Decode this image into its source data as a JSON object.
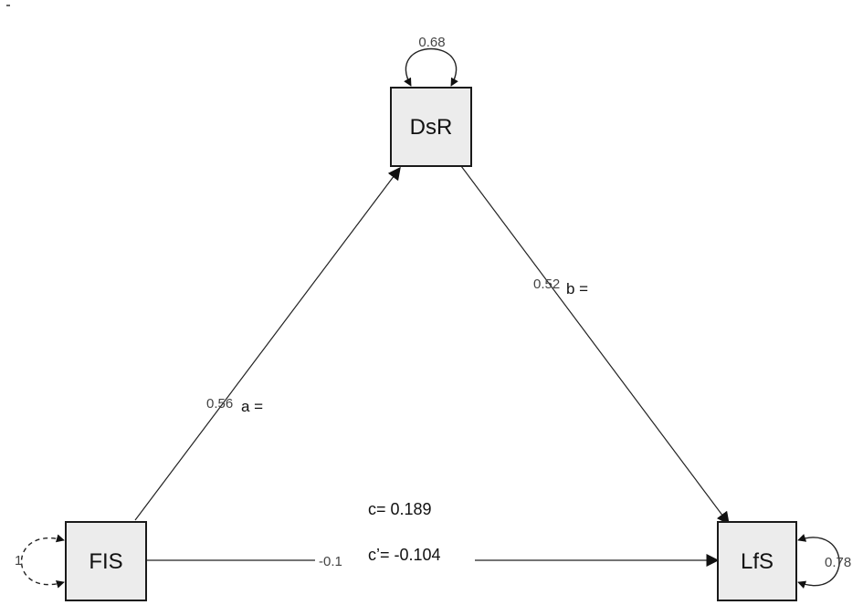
{
  "nodes": {
    "dsr": {
      "label": "DsR"
    },
    "fis": {
      "label": "FIS"
    },
    "lfs": {
      "label": "LfS"
    }
  },
  "variances": {
    "dsr": "0.68",
    "fis": "1",
    "lfs": "0.78"
  },
  "paths": {
    "a": {
      "coef": "0.56",
      "label": "a ="
    },
    "b": {
      "coef": "0.52",
      "label": "b ="
    },
    "c_direct": {
      "coef": "-0.1"
    }
  },
  "effects": {
    "total": "c= 0.189",
    "direct": "c’= -0.104"
  }
}
